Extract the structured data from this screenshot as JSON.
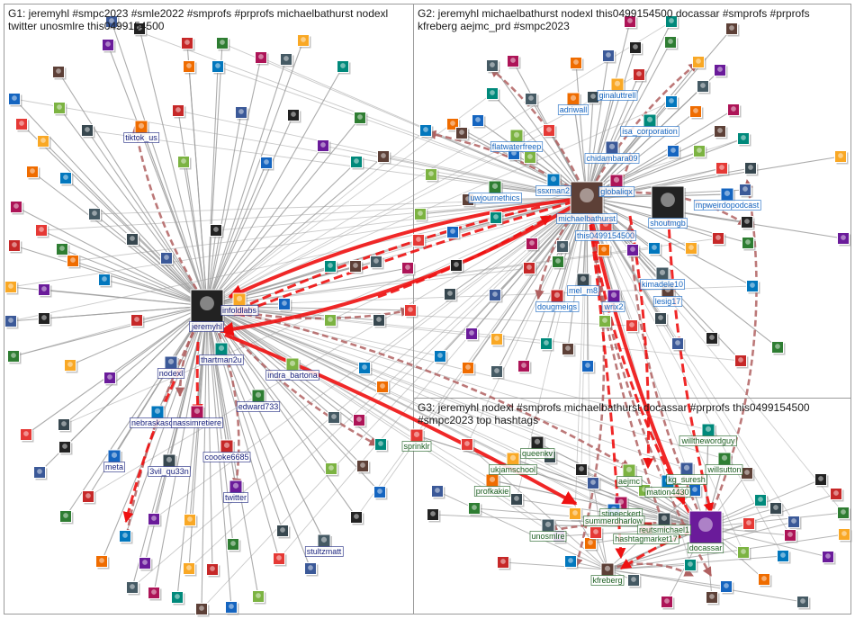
{
  "groups": [
    {
      "id": "G1",
      "title_lines": [
        "G1: jeremyhl #smpc2023 #smle2022 #smprofs #prprofs michaelbathurst nodexl",
        "twitter unosmlre this0499154500"
      ],
      "label_color": "#1a237e"
    },
    {
      "id": "G2",
      "title_lines": [
        "G2: jeremyhl michaelbathurst nodexl this0499154500 docassar #smprofs #prprofs",
        "kfreberg aejmc_prd #smpc2023"
      ],
      "label_color": "#1565c0"
    },
    {
      "id": "G3",
      "title_lines": [
        "G3: jeremyhl nodexl #smprofs michaelbathurst docassar #prprofs this0499154500",
        "#smpc2023 top hashtags"
      ],
      "label_color": "#1b5e20"
    }
  ],
  "labeled_nodes": [
    {
      "name": "jeremyhl",
      "group": "G1",
      "hub": true
    },
    {
      "name": "infoldlabs",
      "group": "G1"
    },
    {
      "name": "tiktok_us",
      "group": "G1"
    },
    {
      "name": "thartman2u",
      "group": "G1"
    },
    {
      "name": "indra_bartona",
      "group": "G1"
    },
    {
      "name": "nodexl",
      "group": "G1"
    },
    {
      "name": "edward733",
      "group": "G1"
    },
    {
      "name": "nebraskasowe",
      "group": "G1"
    },
    {
      "name": "nassimretiere",
      "group": "G1"
    },
    {
      "name": "meta",
      "group": "G1"
    },
    {
      "name": "3vil_qu33n",
      "group": "G1"
    },
    {
      "name": "coooke6685",
      "group": "G1"
    },
    {
      "name": "twitter",
      "group": "G1"
    },
    {
      "name": "stultzmatt",
      "group": "G1"
    },
    {
      "name": "michaelbathurst",
      "group": "G2",
      "hub": true
    },
    {
      "name": "this0499154500",
      "group": "G2"
    },
    {
      "name": "shoutmgb",
      "group": "G2",
      "hub": true
    },
    {
      "name": "ginaluttrell",
      "group": "G2"
    },
    {
      "name": "adriwall",
      "group": "G2"
    },
    {
      "name": "isa_corporation",
      "group": "G2"
    },
    {
      "name": "flatwaterfreep",
      "group": "G2"
    },
    {
      "name": "chidambara09",
      "group": "G2"
    },
    {
      "name": "uwjournethics",
      "group": "G2"
    },
    {
      "name": "ssxman2",
      "group": "G2"
    },
    {
      "name": "globaliqx",
      "group": "G2"
    },
    {
      "name": "mpweirdopodcast",
      "group": "G2"
    },
    {
      "name": "mel_m8",
      "group": "G2"
    },
    {
      "name": "dougmeigs",
      "group": "G2"
    },
    {
      "name": "wrix2",
      "group": "G2"
    },
    {
      "name": "kimadele10",
      "group": "G2"
    },
    {
      "name": "lesig17",
      "group": "G2"
    },
    {
      "name": "sprinklr",
      "group": "G3"
    },
    {
      "name": "queenkv",
      "group": "G3"
    },
    {
      "name": "ukjamschool",
      "group": "G3"
    },
    {
      "name": "profkakie",
      "group": "G3"
    },
    {
      "name": "willthewordguy",
      "group": "G3"
    },
    {
      "name": "aejmc",
      "group": "G3"
    },
    {
      "name": "kg_suresh",
      "group": "G3"
    },
    {
      "name": "willsutton",
      "group": "G3"
    },
    {
      "name": "mation4430",
      "group": "G3"
    },
    {
      "name": "stineeckert",
      "group": "G3"
    },
    {
      "name": "summerdharlow",
      "group": "G3"
    },
    {
      "name": "reutsmichael1",
      "group": "G3"
    },
    {
      "name": "hashtagmarket17",
      "group": "G3"
    },
    {
      "name": "docassar",
      "group": "G3",
      "hub": true
    },
    {
      "name": "unosmlre",
      "group": "G3"
    },
    {
      "name": "kfreberg",
      "group": "G3"
    }
  ],
  "colors": {
    "edge_gray": "#9e9e9e",
    "edge_red": "#ee1111",
    "edge_dashed": "#b06060",
    "group_border": "#9a9a9a"
  }
}
